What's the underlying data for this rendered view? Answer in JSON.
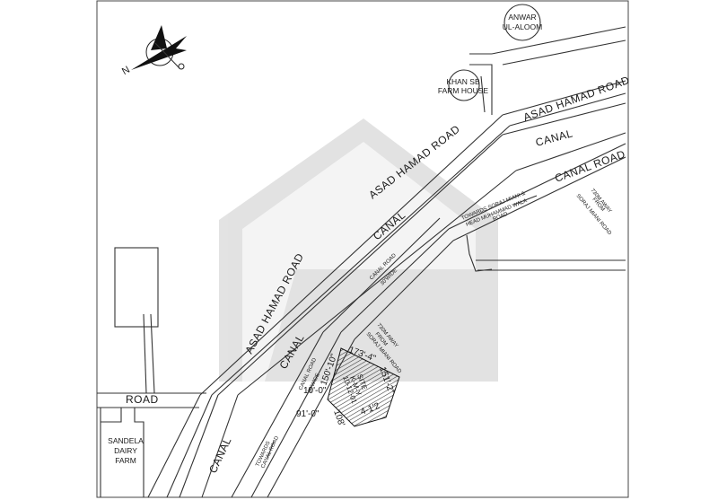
{
  "compass": {
    "north_letter": "N"
  },
  "places": {
    "anwar_line1": "ANWAR",
    "anwar_line2": "UL-ALOOM",
    "khan_line1": "KHAN SB",
    "khan_line2": "FARM HOUSE",
    "sandela_line1": "SANDELA",
    "sandela_line2": "DAIRY",
    "sandela_line3": "FARM"
  },
  "roads": {
    "asad_hamad_top": "ASAD HAMAD ROAD",
    "asad_hamad_mid": "ASAD HAMAD ROAD",
    "asad_hamad_left": "ASAD HAMAD ROAD",
    "canal_top": "CANAL",
    "canal_mid": "CANAL",
    "canal_left": "CANAL",
    "canal_bottom": "CANAL",
    "canal_road_top": "CANAL ROAD",
    "canal_road_mid_1": "CANAL ROAD",
    "canal_road_mid_2": "30'WIDE",
    "canal_road_low_1": "CANAL ROAD",
    "canal_road_low_2": "30'WIDE",
    "road_left": "ROAD",
    "towards_sorai_1": "TOWARDS SORAJ MIANI &",
    "towards_sorai_2": "HEAD MUHAMMAD WALA",
    "towards_sorai_3": "ROAD",
    "towards_canal_1": "TOWARDS",
    "towards_canal_2": "CANAL ROAD",
    "away_right_1": "730M AWAY",
    "away_right_2": "FROM",
    "away_right_3": "SORAJ MIANI ROAD",
    "away_site_1": "730M AWAY",
    "away_site_2": "FROM",
    "away_site_3": "SORAJ MIANI ROAD"
  },
  "site": {
    "line1": "SITE",
    "line2": "K-M-Y",
    "line3": "10-12-01"
  },
  "dimensions": {
    "top_a": "150'-10\"",
    "top_b": "173'-4\"",
    "right": "151'-2\"",
    "left_a": "10'-0\"",
    "left_b": "91'-0\"",
    "bottom_a": "108'",
    "bottom_b": "4-1'2"
  }
}
